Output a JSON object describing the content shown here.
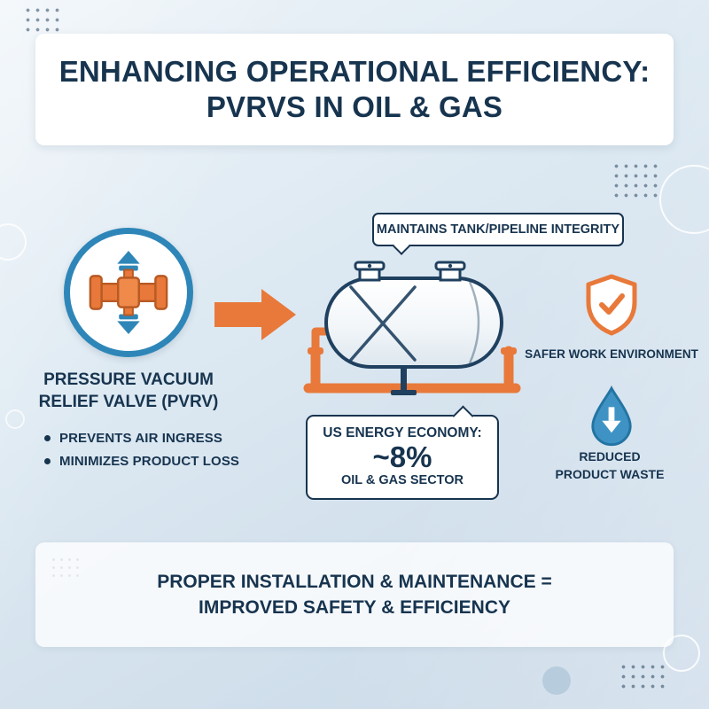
{
  "colors": {
    "navy": "#17344f",
    "orange": "#e8793a",
    "blue": "#2e86b8",
    "background_top": "#eef4f9",
    "background_bottom": "#c8d8e7"
  },
  "header": {
    "line1": "ENHANCING OPERATIONAL EFFICIENCY:",
    "line2": "PVRVS IN OIL & GAS"
  },
  "pvrv": {
    "icon": "pvrv-valve-icon",
    "label_line1": "PRESSURE VACUUM",
    "label_line2": "RELIEF VALVE (PVRV)",
    "bullets": [
      "PREVENTS AIR INGRESS",
      "MINIMIZES PRODUCT LOSS"
    ]
  },
  "flow": {
    "arrow_icon": "right-arrow-icon",
    "tank_icon": "storage-tank-illustration",
    "callout": "MAINTAINS TANK/PIPELINE INTEGRITY",
    "stat": {
      "heading": "US ENERGY ECONOMY:",
      "value": "~8%",
      "caption": "OIL & GAS SECTOR"
    }
  },
  "benefits": [
    {
      "icon": "shield-check-icon",
      "label": "SAFER WORK ENVIRONMENT"
    },
    {
      "icon": "water-drop-reduce-icon",
      "line1": "REDUCED",
      "line2": "PRODUCT WASTE"
    }
  ],
  "footer": {
    "line1": "PROPER INSTALLATION & MAINTENANCE =",
    "line2": "IMPROVED SAFETY & EFFICIENCY"
  }
}
